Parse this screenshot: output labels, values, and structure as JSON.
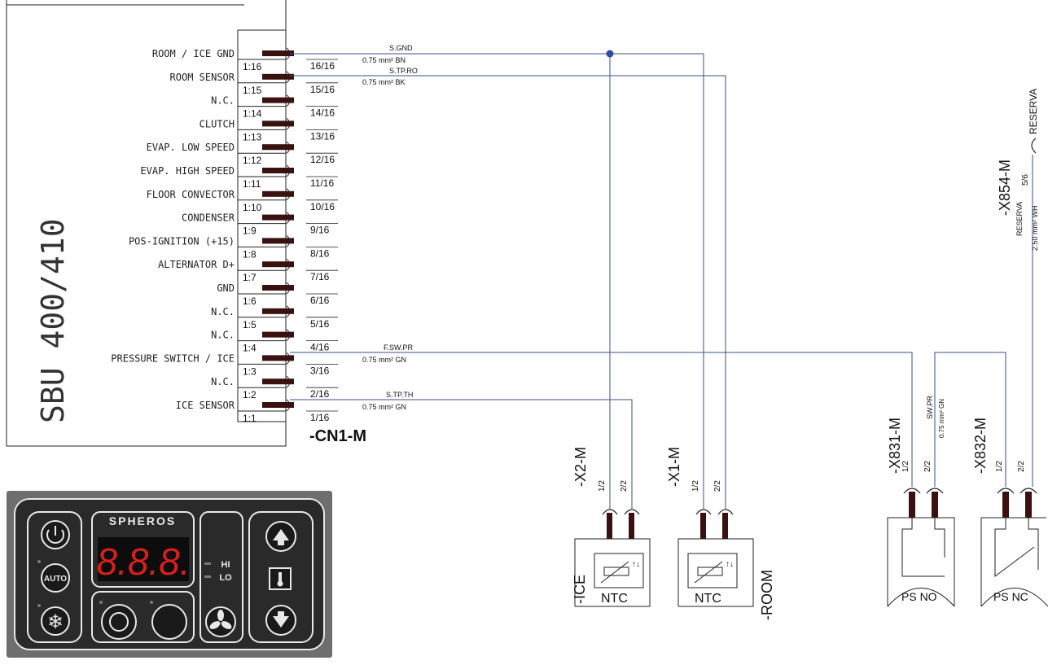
{
  "unit": {
    "title": "SBU 400/410",
    "pins": [
      {
        "label": "ROOM / ICE GND",
        "inner": "1:16",
        "outer": "16/16"
      },
      {
        "label": "ROOM SENSOR",
        "inner": "1:15",
        "outer": "15/16"
      },
      {
        "label": "N.C.",
        "inner": "1:14",
        "outer": "14/16"
      },
      {
        "label": "CLUTCH",
        "inner": "1:13",
        "outer": "13/16"
      },
      {
        "label": "EVAP. LOW SPEED",
        "inner": "1:12",
        "outer": "12/16"
      },
      {
        "label": "EVAP. HIGH SPEED",
        "inner": "1:11",
        "outer": "11/16"
      },
      {
        "label": "FLOOR CONVECTOR",
        "inner": "1:10",
        "outer": "10/16"
      },
      {
        "label": "CONDENSER",
        "inner": "1:9",
        "outer": "9/16"
      },
      {
        "label": "POS-IGNITION (+15)",
        "inner": "1:8",
        "outer": "8/16"
      },
      {
        "label": "ALTERNATOR D+",
        "inner": "1:7",
        "outer": "7/16"
      },
      {
        "label": "GND",
        "inner": "1:6",
        "outer": "6/16"
      },
      {
        "label": "N.C.",
        "inner": "1:5",
        "outer": "5/16"
      },
      {
        "label": "N.C.",
        "inner": "1:4",
        "outer": "4/16"
      },
      {
        "label": "PRESSURE SWITCH / ICE",
        "inner": "1:3",
        "outer": "3/16"
      },
      {
        "label": "N.C.",
        "inner": "1:2",
        "outer": "2/16"
      },
      {
        "label": "ICE SENSOR",
        "inner": "1:1",
        "outer": "1/16"
      }
    ]
  },
  "connector": {
    "name": "-CN1-M"
  },
  "wires": [
    {
      "name": "S.GND",
      "spec": "0.75 mm²  BN"
    },
    {
      "name": "S.TP.RO",
      "spec": "0.75 mm²  BK"
    },
    {
      "name": "F.SW.PR",
      "spec": "0.75 mm²  GN"
    },
    {
      "name": "S.TP.TH",
      "spec": "0.75 mm²  GN"
    },
    {
      "name": "SW.PR",
      "spec": "0.75 mm² GN"
    },
    {
      "name": "RESERVA",
      "spec": "2.50 mm²  WH"
    }
  ],
  "components": {
    "x2": {
      "connector": "-X2-M",
      "pin1": "1/2",
      "pin2": "2/2",
      "type": "NTC",
      "label": "-ICE"
    },
    "x1": {
      "connector": "-X1-M",
      "pin1": "1/2",
      "pin2": "2/2",
      "type": "NTC",
      "label": "-ROOM"
    },
    "x831": {
      "connector": "-X831-M",
      "pin1": "1/2",
      "pin2": "2/2",
      "type": "PS NO"
    },
    "x832": {
      "connector": "-X832-M",
      "pin1": "1/2",
      "pin2": "2/2",
      "type": "PS NC"
    },
    "x854": {
      "connector": "-X854-M",
      "pin": "5/6",
      "label": "RESERVA"
    }
  },
  "panel": {
    "brand": "SPHEROS",
    "display": "8.8.8.",
    "hi": "HI",
    "lo": "LO",
    "auto": "AUTO"
  }
}
